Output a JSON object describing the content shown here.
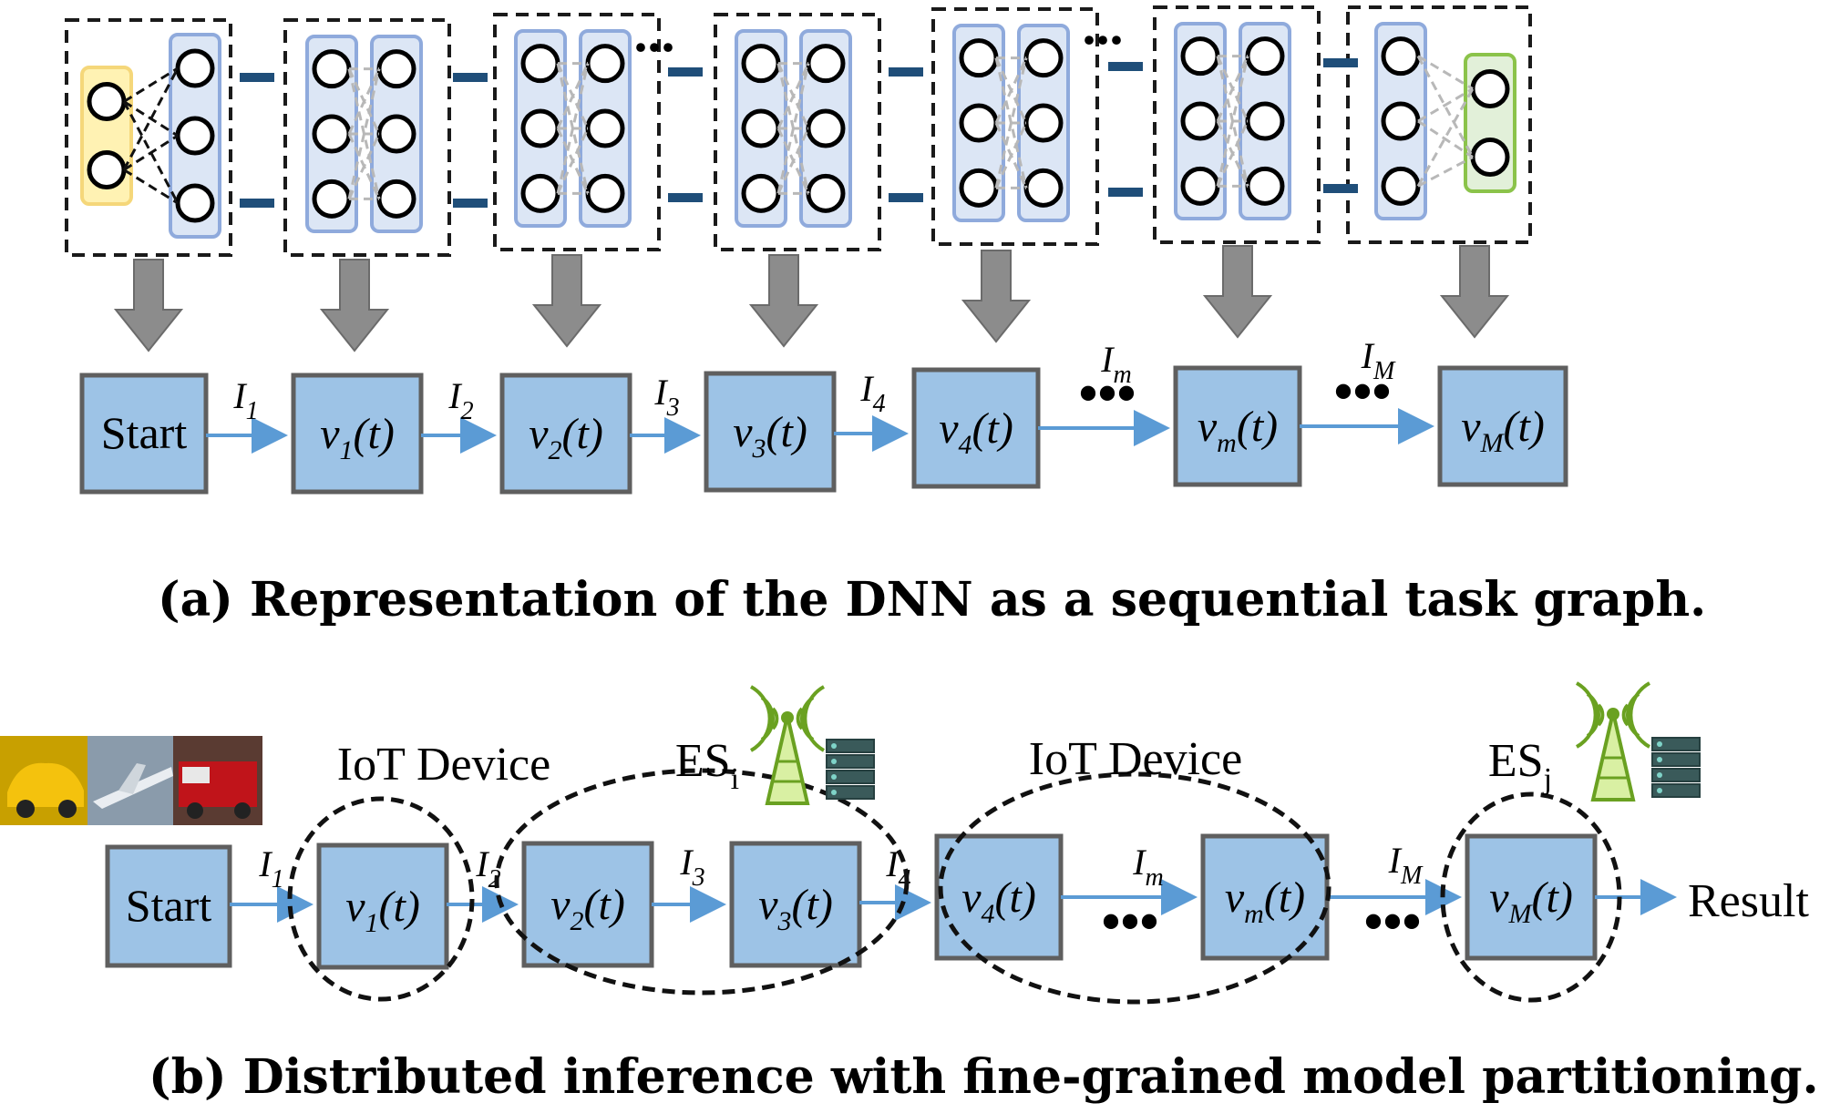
{
  "part_a": {
    "caption": "(a)  Representation of the DNN as a sequential task graph.",
    "nodes": [
      {
        "main": "Start",
        "sub": ""
      },
      {
        "main": "v",
        "sub": "1",
        "suffix": "(t)"
      },
      {
        "main": "v",
        "sub": "2",
        "suffix": "(t)"
      },
      {
        "main": "v",
        "sub": "3",
        "suffix": "(t)"
      },
      {
        "main": "v",
        "sub": "4",
        "suffix": "(t)"
      },
      {
        "main": "v",
        "sub": "m",
        "suffix": "(t)"
      },
      {
        "main": "v",
        "sub": "M",
        "suffix": "(t)"
      }
    ],
    "edges": [
      {
        "main": "I",
        "sub": "1"
      },
      {
        "main": "I",
        "sub": "2"
      },
      {
        "main": "I",
        "sub": "3"
      },
      {
        "main": "I",
        "sub": "4"
      },
      {
        "main": "I",
        "sub": "m"
      },
      {
        "main": "I",
        "sub": "M"
      }
    ],
    "ellipsis": "•••",
    "layer_ellipsis": "..."
  },
  "part_b": {
    "caption": "(b)  Distributed inference with fine-grained model partitioning.",
    "groups": [
      {
        "label": "IoT Device",
        "sub": ""
      },
      {
        "label": "ES",
        "sub": "i"
      },
      {
        "label": "IoT Device",
        "sub": ""
      },
      {
        "label": "ES",
        "sub": "j"
      }
    ],
    "result": "Result",
    "nodes": [
      {
        "main": "Start",
        "sub": ""
      },
      {
        "main": "v",
        "sub": "1",
        "suffix": "(t)"
      },
      {
        "main": "v",
        "sub": "2",
        "suffix": "(t)"
      },
      {
        "main": "v",
        "sub": "3",
        "suffix": "(t)"
      },
      {
        "main": "v",
        "sub": "4",
        "suffix": "(t)"
      },
      {
        "main": "v",
        "sub": "m",
        "suffix": "(t)"
      },
      {
        "main": "v",
        "sub": "M",
        "suffix": "(t)"
      }
    ],
    "edges": [
      {
        "main": "I",
        "sub": "1"
      },
      {
        "main": "I",
        "sub": "2"
      },
      {
        "main": "I",
        "sub": "3"
      },
      {
        "main": "I",
        "sub": "4"
      },
      {
        "main": "I",
        "sub": "m"
      },
      {
        "main": "I",
        "sub": "M"
      }
    ],
    "ellipsis": "•••"
  },
  "colors": {
    "node_fill": "#9dc3e6",
    "node_stroke": "#5f5f5f",
    "arrow": "#5b9bd5",
    "layer_fill": "#dce6f5",
    "layer_stroke": "#8faadc",
    "input_fill": "#fff2b3",
    "input_stroke": "#f5d77a",
    "output_fill": "#e2f0d9",
    "output_stroke": "#8bc34a",
    "block_arrow": "#8c8c8c",
    "connector": "#1f4e79"
  }
}
